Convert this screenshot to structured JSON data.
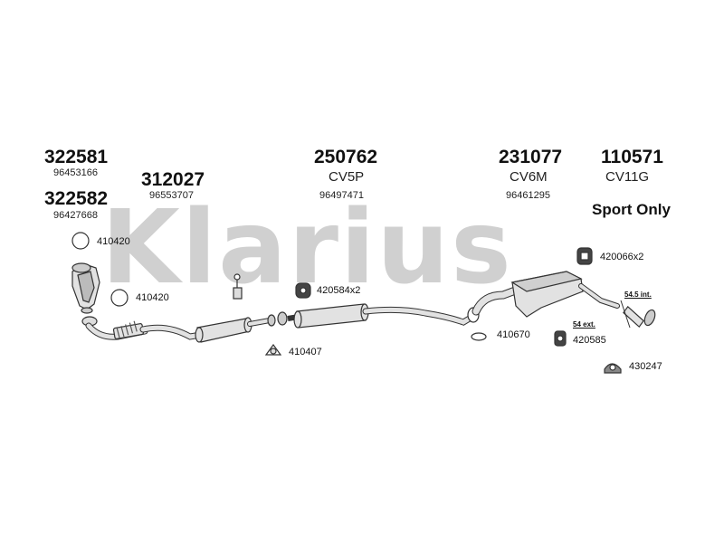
{
  "watermark": "Klarius",
  "sport_only": "Sport Only",
  "products": [
    {
      "part": "322581",
      "oe": "96453166"
    },
    {
      "part": "322582",
      "oe": "96427668"
    },
    {
      "part": "312027",
      "oe": "96553707"
    },
    {
      "part": "250762",
      "code": "CV5P",
      "oe": "96497471"
    },
    {
      "part": "231077",
      "code": "CV6M",
      "oe": "96461295"
    },
    {
      "part": "110571",
      "code": "CV11G"
    }
  ],
  "fittings": [
    {
      "label": "410420"
    },
    {
      "label": "410420"
    },
    {
      "label": "420584x2"
    },
    {
      "label": "410407"
    },
    {
      "label": "410670"
    },
    {
      "label": "420585"
    },
    {
      "label": "420066x2"
    },
    {
      "label": "430247"
    }
  ],
  "dimensions": {
    "internal": "54.5 int.",
    "external": "54 ext."
  },
  "colors": {
    "watermark": "#d0d0d0",
    "part_fill": "#e2e2e2",
    "part_stroke": "#333333"
  }
}
